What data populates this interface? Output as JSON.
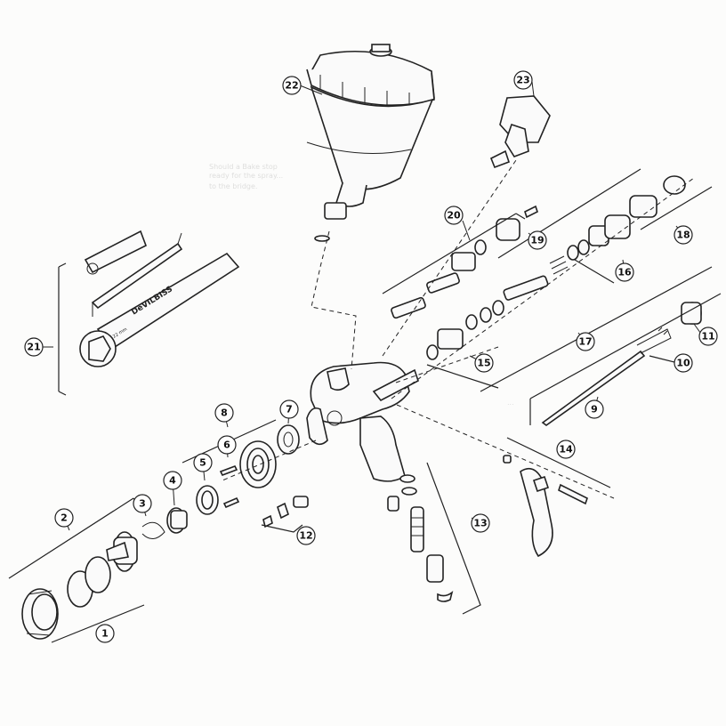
{
  "diagram": {
    "callouts": [
      {
        "id": "c1",
        "label": "1"
      },
      {
        "id": "c2",
        "label": "2"
      },
      {
        "id": "c3",
        "label": "3"
      },
      {
        "id": "c4",
        "label": "4"
      },
      {
        "id": "c5",
        "label": "5"
      },
      {
        "id": "c6",
        "label": "6"
      },
      {
        "id": "c7",
        "label": "7"
      },
      {
        "id": "c8",
        "label": "8"
      },
      {
        "id": "c9",
        "label": "9"
      },
      {
        "id": "c10",
        "label": "10"
      },
      {
        "id": "c11",
        "label": "11"
      },
      {
        "id": "c12",
        "label": "12"
      },
      {
        "id": "c13",
        "label": "13"
      },
      {
        "id": "c14",
        "label": "14"
      },
      {
        "id": "c15",
        "label": "15"
      },
      {
        "id": "c16",
        "label": "16"
      },
      {
        "id": "c17",
        "label": "17"
      },
      {
        "id": "c18",
        "label": "18"
      },
      {
        "id": "c19",
        "label": "19"
      },
      {
        "id": "c20",
        "label": "20"
      },
      {
        "id": "c21",
        "label": "21"
      },
      {
        "id": "c22",
        "label": "22"
      },
      {
        "id": "c23",
        "label": "23"
      }
    ],
    "wrench_brand": "DeVILBISS",
    "wrench_size": "22 mm"
  }
}
